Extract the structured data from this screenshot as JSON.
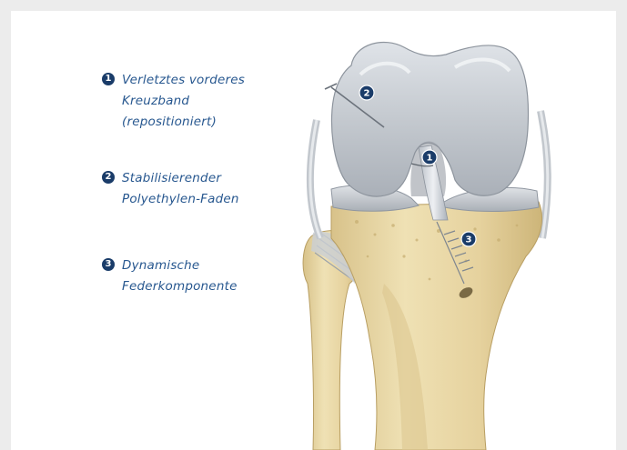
{
  "legend": {
    "items": [
      {
        "number": "1",
        "lines": [
          "Verletztes vorderes",
          "Kreuzband",
          "(repositioniert)"
        ]
      },
      {
        "number": "2",
        "lines": [
          "Stabilisierender",
          "Polyethylen-Faden"
        ]
      },
      {
        "number": "3",
        "lines": [
          "Dynamische",
          "Federkomponente"
        ]
      }
    ]
  },
  "callouts": [
    "1",
    "2",
    "3"
  ],
  "colors": {
    "legend_text": "#27578f",
    "badge": "#1a3c69",
    "bone": "#e9d7a4",
    "cartilage": "#c8ccd1",
    "background": "#ffffff"
  }
}
